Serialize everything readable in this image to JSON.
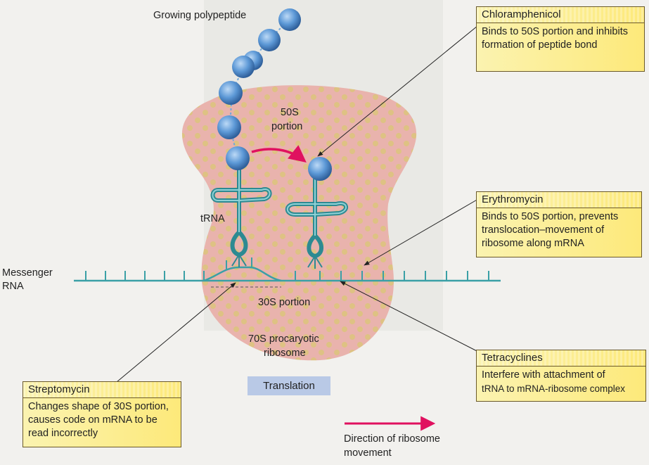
{
  "labels": {
    "growing_polypeptide": "Growing polypeptide",
    "portion_50s_line1": "50S",
    "portion_50s_line2": "portion",
    "trna": "tRNA",
    "mrna_line1": "Messenger",
    "mrna_line2": "RNA",
    "portion_30s": "30S portion",
    "ribosome_line1": "70S procaryotic",
    "ribosome_line2": "ribosome",
    "translation": "Translation",
    "legend_line1": "Direction of ribosome",
    "legend_line2": "movement"
  },
  "boxes": {
    "chloramphenicol": {
      "title": "Chloramphenicol",
      "line1": "Binds to 50S portion and inhibits",
      "line2": "formation of peptide bond"
    },
    "erythromycin": {
      "title": "Erythromycin",
      "line1": "Binds to 50S portion, prevents",
      "line2": "translocation–movement of",
      "line3": "ribosome along mRNA"
    },
    "tetracyclines": {
      "title": "Tetracyclines",
      "line1": "Interfere with attachment of",
      "line2": "tRNA to mRNA-ribosome complex"
    },
    "streptomycin": {
      "title": "Streptomycin",
      "line1": "Changes shape of 30S portion,",
      "line2": "causes code on mRNA to be",
      "line3": "read incorrectly"
    }
  },
  "colors": {
    "ribosome": "#e9b3ad",
    "ribosome_dots": "#d9c07a",
    "bead": "#4f8fd0",
    "trna": "#2d8a92",
    "arrow": "#e0115f",
    "box_fill": "#fde97a"
  }
}
